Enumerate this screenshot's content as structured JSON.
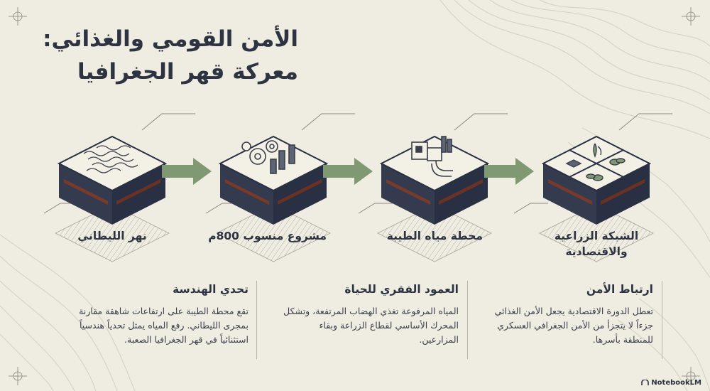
{
  "title": {
    "line1": "الأمن القومي والغذائي:",
    "line2": "معركة قهر الجغرافيا"
  },
  "steps": [
    {
      "label_lines": [
        "نهر الليطاني"
      ],
      "icon": "river-waves-icon"
    },
    {
      "label_lines": [
        "مشروع منسوب 800م"
      ],
      "icon": "gears-pumps-icon"
    },
    {
      "label_lines": [
        "محطة مياه الطيبة"
      ],
      "icon": "water-station-icon"
    },
    {
      "label_lines": [
        "الشبكة الزراعية",
        "والاقتصادية"
      ],
      "icon": "agriculture-grid-icon"
    }
  ],
  "cards": [
    {
      "heading": "تحدي الهندسة",
      "body": "تقع محطة الطيبة على ارتفاعات شاهقة مقارنة بمجرى الليطاني. رفع المياه يمثل تحدياً هندسياً استثنائياً في قهر الجغرافيا الصعبة."
    },
    {
      "heading": "العمود الفقري للحياة",
      "body": "المياه المرفوعة تغذي الهضاب المرتفعة، وتشكل المحرك الأساسي لقطاع الزراعة وبقاء المزارعين."
    },
    {
      "heading": "ارتباط الأمن",
      "body": "تعطل الدورة الاقتصادية يجعل الأمن الغذائي جزءاً لا يتجزأ من الأمن الجغرافي العسكري للمنطقة بأسرها."
    }
  ],
  "watermark": "NotebookLM",
  "colors": {
    "background": "#efece1",
    "block_top": "#f3f0e6",
    "block_side": "#343b4f",
    "block_stripe": "#7a3a2a",
    "arrow": "#7f9a72",
    "text": "#2d3340"
  }
}
